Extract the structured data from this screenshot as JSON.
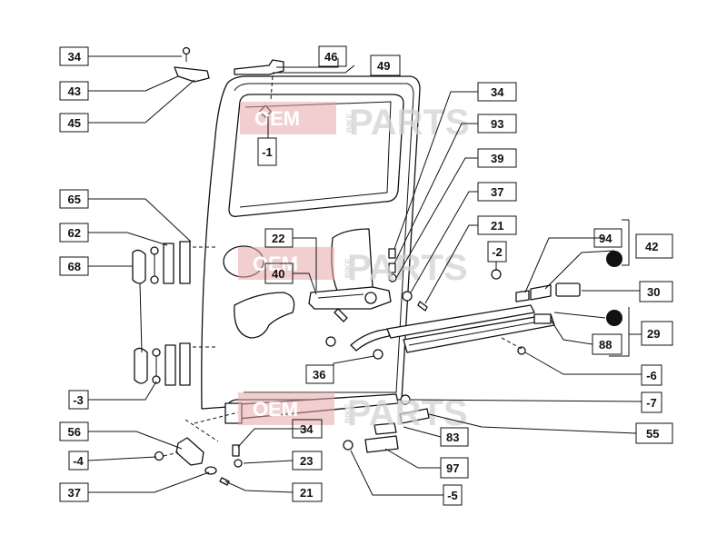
{
  "watermark": {
    "word1": "OEM",
    "word2": "BIKE",
    "word3": "PARTS"
  },
  "callouts": {
    "c34a": "34",
    "c43": "43",
    "c45": "45",
    "c46": "46",
    "c49": "49",
    "cm1": "-1",
    "c65": "65",
    "c62": "62",
    "c68": "68",
    "cm3": "-3",
    "c56": "56",
    "cm4": "-4",
    "c37a": "37",
    "c22": "22",
    "c40": "40",
    "c36": "36",
    "c34b": "34",
    "c23": "23",
    "c21a": "21",
    "c34c": "34",
    "c93": "93",
    "c39": "39",
    "c37b": "37",
    "c21b": "21",
    "cm2": "-2",
    "c94": "94",
    "c42": "42",
    "c30": "30",
    "c29": "29",
    "c88": "88",
    "cm6": "-6",
    "cm7": "-7",
    "c55": "55",
    "c83": "83",
    "c97": "97",
    "cm5": "-5"
  }
}
